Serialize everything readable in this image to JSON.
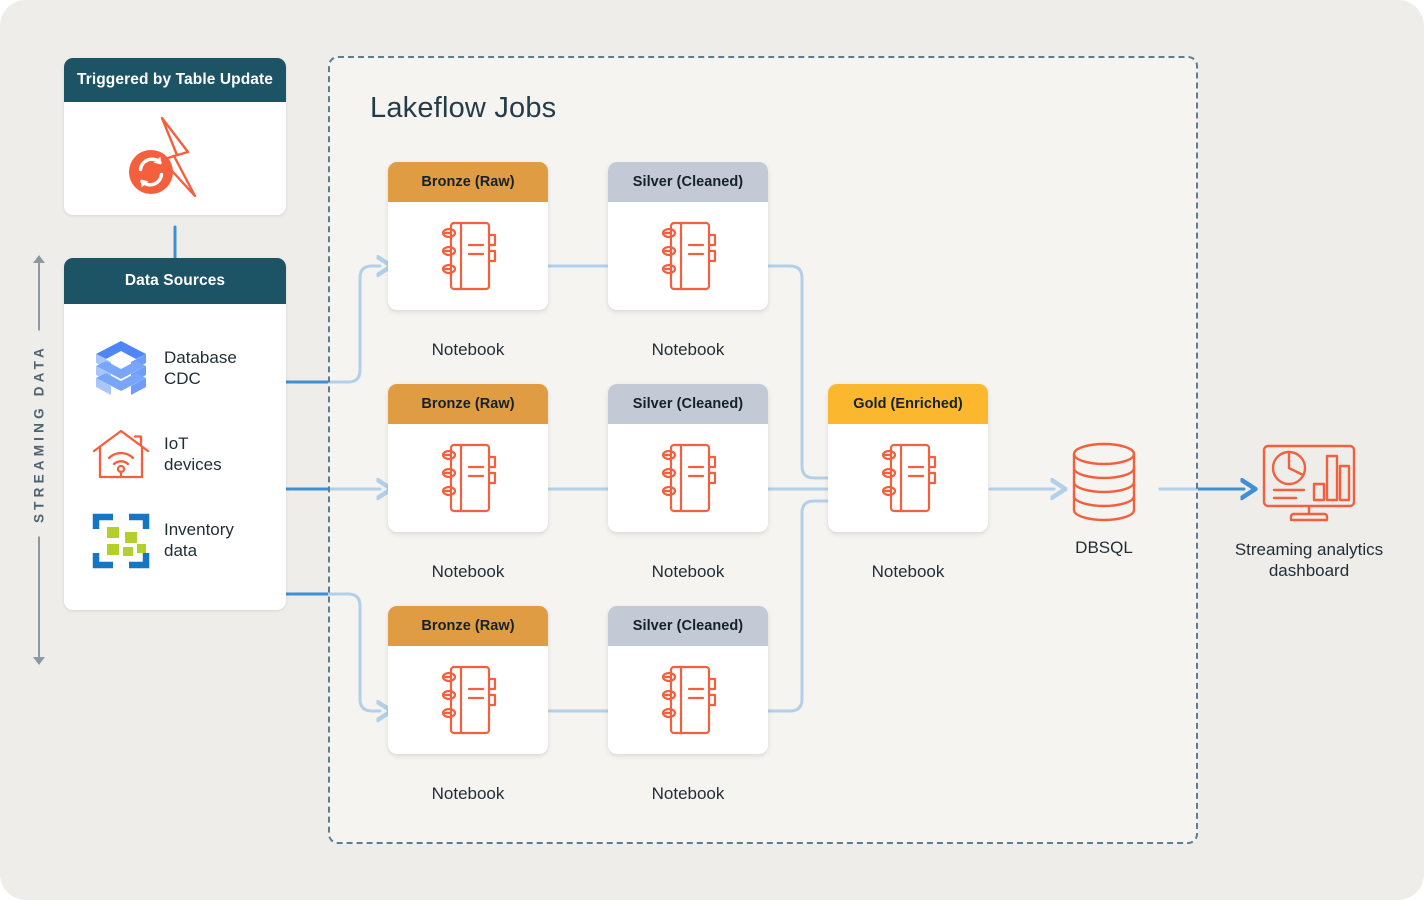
{
  "canvas": {
    "background": "#efedea"
  },
  "rail": {
    "label": "STREAMING DATA",
    "color": "#4d6470"
  },
  "trigger_panel": {
    "title": "Triggered by\nTable Update",
    "icon": "lightning-refresh-icon",
    "header_color": "#1c5365"
  },
  "data_sources_panel": {
    "title": "Data Sources",
    "header_color": "#1c5365",
    "sources": [
      {
        "label": "Database\nCDC",
        "icon": "stacked-layers-icon"
      },
      {
        "label": "IoT\ndevices",
        "icon": "smart-home-wifi-icon"
      },
      {
        "label": "Inventory\ndata",
        "icon": "inventory-barcode-icon"
      }
    ]
  },
  "lakeflow": {
    "title": "Lakeflow Jobs",
    "border_color": "#5b7f91",
    "rows": [
      {
        "bronze": {
          "title": "Bronze (Raw)",
          "caption": "Notebook",
          "icon": "notebook-icon",
          "color": "#e09c42"
        },
        "silver": {
          "title": "Silver (Cleaned)",
          "caption": "Notebook",
          "icon": "notebook-icon",
          "color": "#c3cad5"
        }
      },
      {
        "bronze": {
          "title": "Bronze (Raw)",
          "caption": "Notebook",
          "icon": "notebook-icon",
          "color": "#e09c42"
        },
        "silver": {
          "title": "Silver (Cleaned)",
          "caption": "Notebook",
          "icon": "notebook-icon",
          "color": "#c3cad5"
        }
      },
      {
        "bronze": {
          "title": "Bronze (Raw)",
          "caption": "Notebook",
          "icon": "notebook-icon",
          "color": "#e09c42"
        },
        "silver": {
          "title": "Silver (Cleaned)",
          "caption": "Notebook",
          "icon": "notebook-icon",
          "color": "#c3cad5"
        }
      }
    ],
    "gold": {
      "title": "Gold (Enriched)",
      "caption": "Notebook",
      "icon": "notebook-icon",
      "color": "#fbb82e"
    }
  },
  "outputs": [
    {
      "label": "DBSQL",
      "icon": "database-cylinder-icon"
    },
    {
      "label": "Streaming analytics\ndashboard",
      "icon": "analytics-dashboard-icon"
    }
  ],
  "colors": {
    "accent_red": "#f4603e",
    "wire_blue": "#3d8fd6",
    "teal": "#1c5365",
    "bronze": "#e09c42",
    "silver": "#c3cad5",
    "gold": "#fbb82e"
  }
}
